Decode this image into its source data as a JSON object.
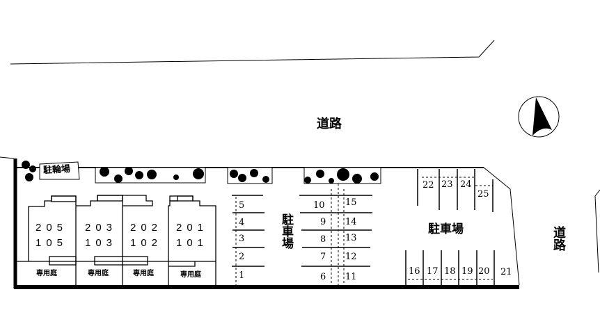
{
  "roads": {
    "top": "道路",
    "right": "道路"
  },
  "bicycle_parking": "駐輪場",
  "parking_label_center": "駐車場",
  "parking_label_right": "駐車場",
  "units": [
    {
      "upper": "205",
      "lower": "105",
      "garden": "専用庭"
    },
    {
      "upper": "203",
      "lower": "103",
      "garden": "専用庭"
    },
    {
      "upper": "202",
      "lower": "102",
      "garden": "専用庭"
    },
    {
      "upper": "201",
      "lower": "101",
      "garden": "専用庭"
    }
  ],
  "parking_spaces": {
    "col_a": [
      "5",
      "4",
      "3",
      "2",
      "1"
    ],
    "col_b": [
      "10",
      "9",
      "8",
      "7",
      "6"
    ],
    "col_c": [
      "15",
      "14",
      "13",
      "12",
      "11"
    ],
    "top_row": [
      "22",
      "23",
      "24",
      "25"
    ],
    "bottom_row": [
      "16",
      "17",
      "18",
      "19",
      "20",
      "21"
    ]
  },
  "compass": "north-arrow"
}
